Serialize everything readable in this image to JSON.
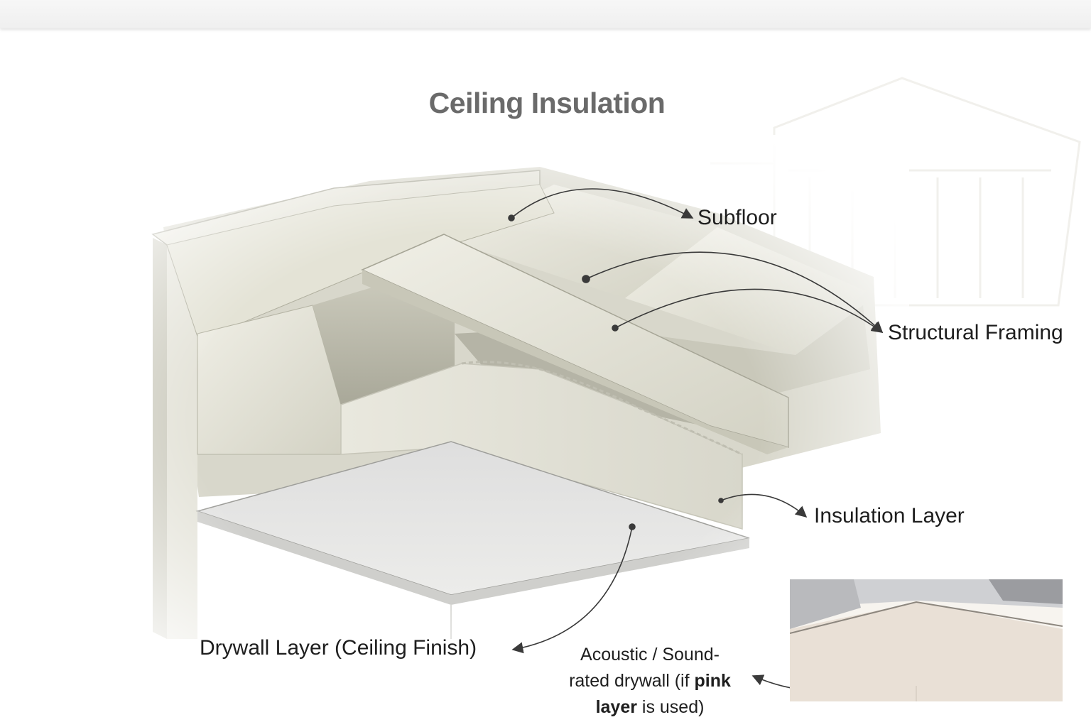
{
  "title": "Ceiling Insulation",
  "labels": {
    "subfloor": "Subfloor",
    "structural_framing": "Structural Framing",
    "insulation_layer": "Insulation Layer",
    "drywall_layer": "Drywall Layer (Ceiling Finish)"
  },
  "note": {
    "line1": "Acoustic / Sound-",
    "line2_a": "rated drywall (if ",
    "line2_b": "pink",
    "line3_a": "layer",
    "line3_b": " is used)"
  },
  "colors": {
    "title": "#6a6a6a",
    "wood_light": "#ecebe0",
    "wood_mid": "#dcdccf",
    "wood_dark": "#b9b8aa",
    "insulation": "#e4e3d8",
    "drywall": "#e6e6e4",
    "arrow": "#3a3a3a",
    "inset_panel": "#efe6dc"
  },
  "icons": [
    "curved-arrow-icon"
  ]
}
